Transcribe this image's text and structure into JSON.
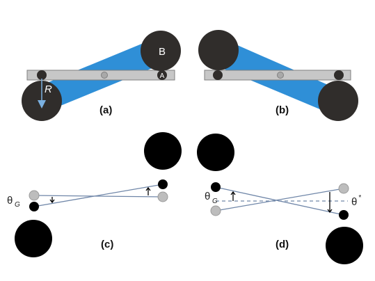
{
  "panels": {
    "a": {
      "label": "(a)",
      "disk_b_label": "B",
      "disk_a_label": "A",
      "radius_label": "R"
    },
    "b": {
      "label": "(b)"
    },
    "c": {
      "label": "(c)",
      "angle_symbol": "θ",
      "angle_subscript": "G"
    },
    "d": {
      "label": "(d)",
      "angle_symbol": "θ",
      "angle_subscript": "G",
      "star_symbol": "θ",
      "star_superscript": "*"
    }
  },
  "colors": {
    "dark_disk": "#302d2b",
    "black_disk": "#000000",
    "blue_link": "#2f8fd7",
    "bar_fill": "#c7c7c7",
    "light_dot": "#bdbdbd",
    "line": "#6f86a8"
  }
}
